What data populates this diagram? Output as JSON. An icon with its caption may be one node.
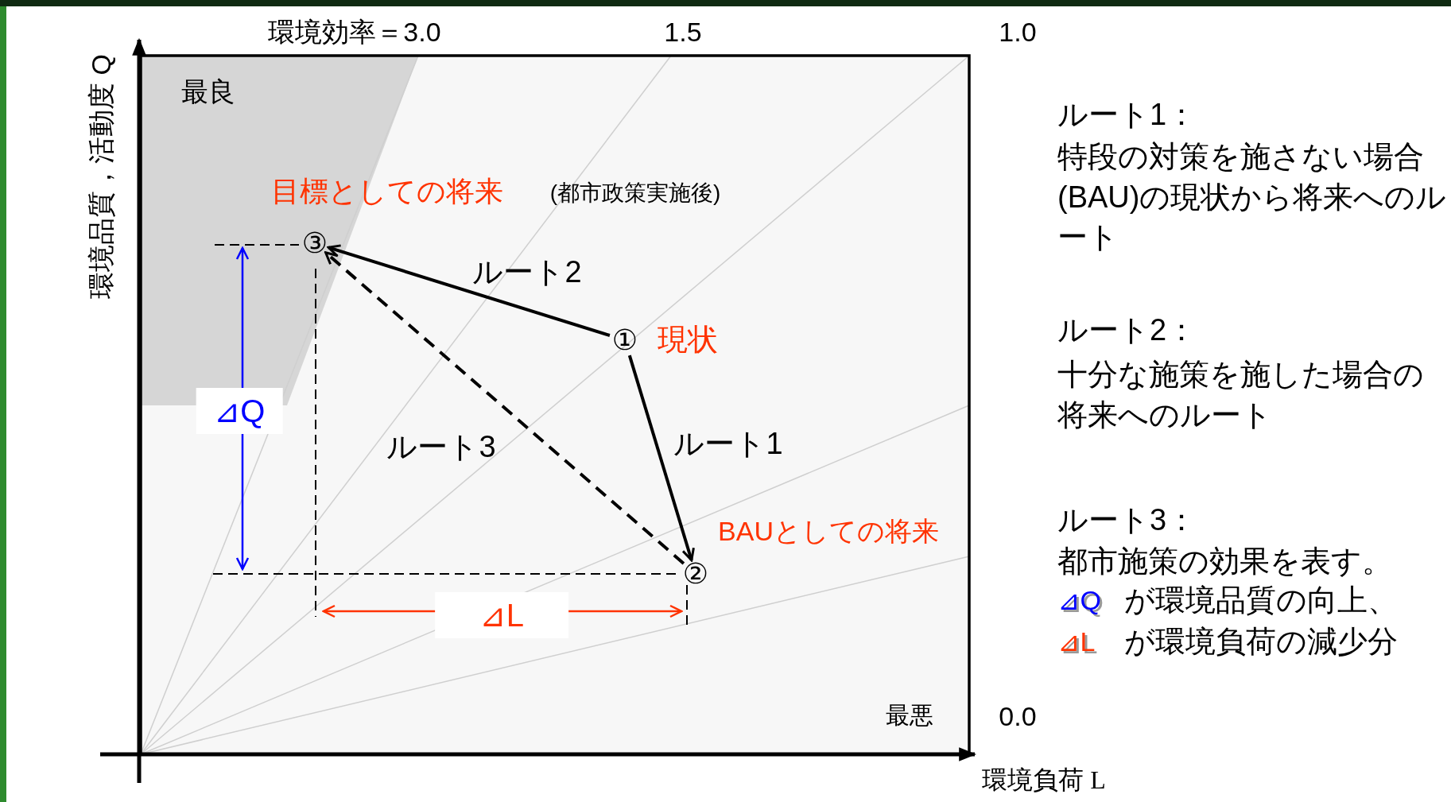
{
  "diagram": {
    "nodes": [
      {
        "text": [
          "①"
        ],
        "beside": [
          "現状"
        ]
      },
      {
        "text": [
          "②"
        ],
        "beside": [
          "BAUとしての将来"
        ]
      },
      {
        "text": [
          "③"
        ],
        "beside": [
          "目標としての将来",
          "(都市政策実施後)"
        ]
      }
    ],
    "edges": [
      {
        "from": 0,
        "to": 1,
        "arrow": "to",
        "label": "ルート1"
      },
      {
        "from": 0,
        "to": 2,
        "arrow": "to",
        "label": "ルート2"
      },
      {
        "from": 1,
        "to": 2,
        "arrow": "to",
        "label": "ルート3",
        "style": "dashed"
      }
    ],
    "labels": [
      "環境効率＝3.0",
      "1.5",
      "1.0",
      "最良",
      "環境品質，活動度 Q",
      "⊿Q",
      "⊿L",
      "最悪",
      "0.0",
      "環境負荷 L",
      "ルート1：",
      "特段の対策を施さない場合(BAU)の現状から将来へのルート",
      "ルート2：",
      "十分な施策を施した場合の将来へのルート",
      "ルート3：",
      "都市施策の効果を表す。",
      "⊿Q",
      "が環境品質の向上、",
      "⊿L",
      "が環境負荷の減少分"
    ]
  }
}
